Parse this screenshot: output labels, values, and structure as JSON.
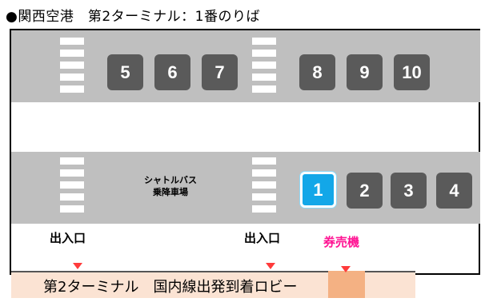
{
  "title": "●関西空港　第2ターミナル：1番のりば",
  "top_bays": [
    "5",
    "6",
    "7",
    "8",
    "9",
    "10"
  ],
  "bottom_bays": [
    "1",
    "2",
    "3",
    "4"
  ],
  "active_bay": "1",
  "shuttle_label_line1": "シャトルバス",
  "shuttle_label_line2": "乗降車場",
  "exit_label": "出入口",
  "ticket_label": "券売機",
  "lobby_label": "第2ターミナル　国内線出発到着ロビー",
  "colors": {
    "road": "#bfbfbf",
    "bay": "#5a5a5a",
    "active_bay": "#13a7e8",
    "lobby": "#fbe3d3",
    "ticket_highlight": "#f4b183",
    "ticket_text": "#ff1493",
    "arrow": "#ff3b3b"
  }
}
